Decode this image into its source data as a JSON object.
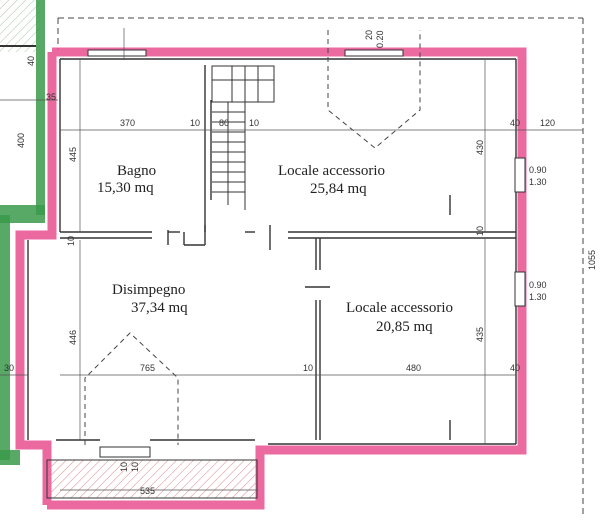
{
  "rooms": [
    {
      "name": "Bagno",
      "area": "15,30 mq"
    },
    {
      "name": "Locale accessorio",
      "area": "25,84 mq"
    },
    {
      "name": "Disimpegno",
      "area": "37,34 mq"
    },
    {
      "name": "Locale accessorio",
      "area": "20,85 mq"
    }
  ],
  "dimensions": {
    "d_370": "370",
    "d_10a": "10",
    "d_80": "80",
    "d_10b": "10",
    "d_40a": "40",
    "d_120": "120",
    "d_445": "445",
    "d_430": "430",
    "d_400": "400",
    "d_35": "35",
    "d_40left": "40",
    "d_10c": "10",
    "d_10d": "10",
    "d_446": "446",
    "d_765": "765",
    "d_10e": "10",
    "d_480": "480",
    "d_40b": "40",
    "d_435": "435",
    "d_30": "30",
    "d_535": "535",
    "d_1055": "1055",
    "w1a": "0.90",
    "w1b": "1.30",
    "w2a": "0.90",
    "w2b": "1.30",
    "top_a": "20",
    "top_b": "0.20",
    "bot_a": "10",
    "bot_b": "10"
  },
  "colors": {
    "wall_highlight": "#e8508f",
    "green_wall": "#3a9a4a",
    "line": "#333333"
  }
}
